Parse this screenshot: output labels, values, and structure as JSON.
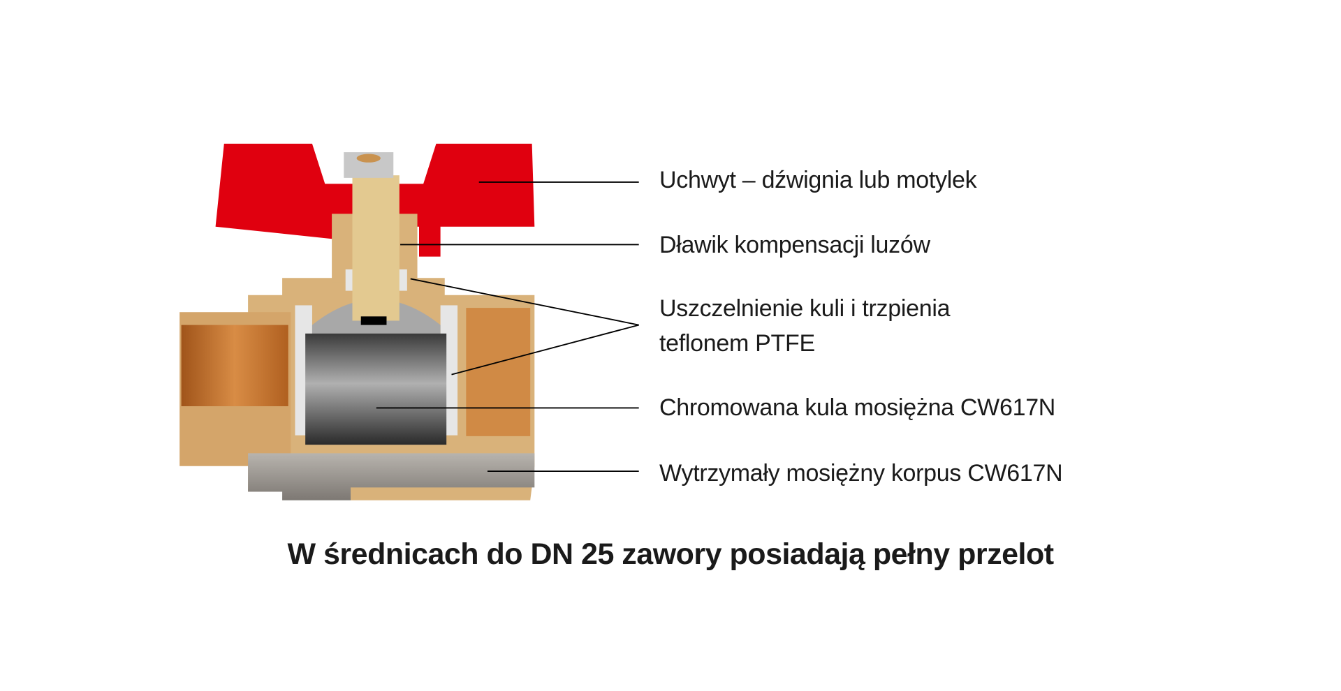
{
  "labels": {
    "handle": "Uchwyt – dźwignia lub motylek",
    "gland": "Dławik kompensacji luzów",
    "seal_line1": "Uszczelnienie kuli i trzpienia",
    "seal_line2": "teflonem PTFE",
    "ball": "Chromowana kula mosiężna CW617N",
    "body": "Wytrzymały mosiężny korpus CW617N"
  },
  "title": "W średnicach do DN 25 zawory posiadają pełny przelot",
  "colors": {
    "handle": "#e0000f",
    "brass": "#d9b27a",
    "chrome": "#8a8a8a",
    "ptfe": "#e6e6e6"
  }
}
